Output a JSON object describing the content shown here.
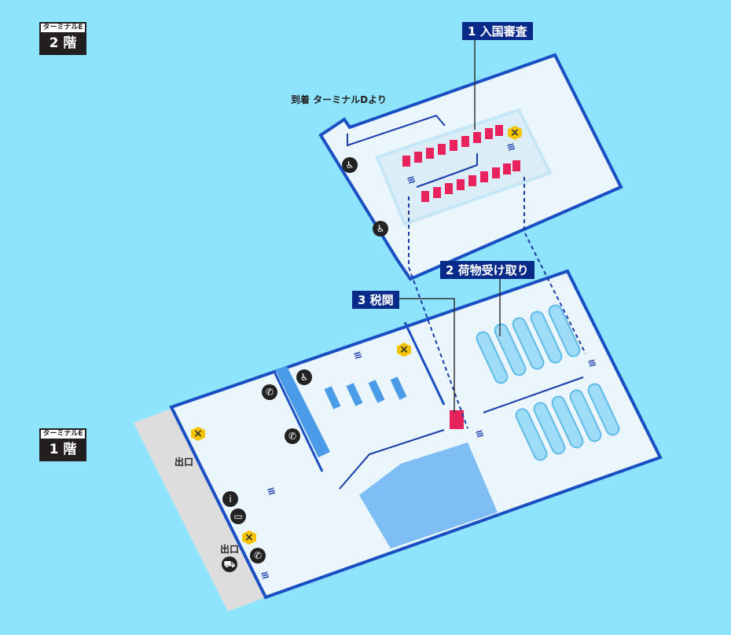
{
  "floors": [
    {
      "terminal": "ターミナルE",
      "level": "2 階"
    },
    {
      "terminal": "ターミナルE",
      "level": "1 階"
    }
  ],
  "callouts": {
    "immigration": "1 入国審査",
    "baggage": "2 荷物受け取り",
    "customs": "3 税関"
  },
  "labels": {
    "arrival": "到着 ターミナルDより",
    "exit1": "出口",
    "exit2": "出口"
  },
  "icons": [
    "restroom-icon",
    "phone-icon",
    "info-icon",
    "hotel-icon",
    "taxi-icon",
    "escalator-icon",
    "no-smoking-icon"
  ],
  "colors": {
    "background": "#8fe4fd",
    "floor": "#eaf6fb",
    "wall": "#1a4fc4",
    "counter": "#e8225c",
    "belt": "#7fd0f5",
    "callout": "#0a2a8a"
  }
}
